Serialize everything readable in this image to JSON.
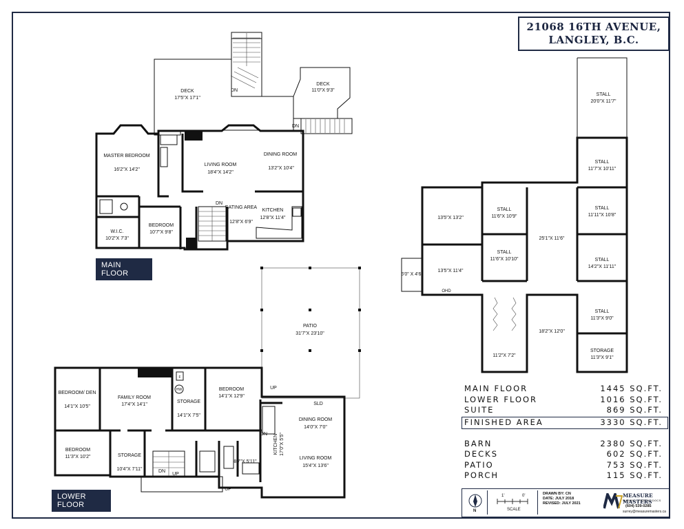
{
  "address": {
    "line1": "21068 16TH AVENUE,",
    "line2": "LANGLEY, B.C."
  },
  "floors": {
    "main_label": "MAIN FLOOR",
    "lower_label": "LOWER FLOOR"
  },
  "main_floor_rooms": [
    {
      "id": "deck1",
      "name": "DECK",
      "dims": "17'5\"X 17'1\""
    },
    {
      "id": "deck2",
      "name": "DECK",
      "dims": "11'0\"X 9'3\""
    },
    {
      "id": "master",
      "name": "MASTER BEDROOM",
      "dims": "16'2\"X 14'2\""
    },
    {
      "id": "living",
      "name": "LIVING ROOM",
      "dims": "18'4\"X 14'2\""
    },
    {
      "id": "dining",
      "name": "DINING ROOM",
      "dims": "13'2\"X 10'4\""
    },
    {
      "id": "eating",
      "name": "EATING AREA",
      "dims": "12'8\"X 6'9\""
    },
    {
      "id": "kitchen",
      "name": "KITCHEN",
      "dims": "12'8\"X 11'4\""
    },
    {
      "id": "bedroom",
      "name": "BEDROOM",
      "dims": "10'7\"X 9'8\""
    },
    {
      "id": "wic",
      "name": "W.I.C.",
      "dims": "10'2\"X 7'3\""
    }
  ],
  "lower_floor_rooms": [
    {
      "id": "patio",
      "name": "PATIO",
      "dims": "31'7\"X 23'10\""
    },
    {
      "id": "bedden",
      "name": "BEDROOM/ DEN",
      "dims": "14'1\"X 10'5\""
    },
    {
      "id": "family",
      "name": "FAMILY ROOM",
      "dims": "17'4\"X 14'1\""
    },
    {
      "id": "storage1",
      "name": "STORAGE",
      "dims": "14'1\"X 7'5\""
    },
    {
      "id": "bedroom2",
      "name": "BEDROOM",
      "dims": "14'1\"X 12'9\""
    },
    {
      "id": "bedroom3",
      "name": "BEDROOM",
      "dims": "11'3\"X 10'2\""
    },
    {
      "id": "storage2",
      "name": "STORAGE",
      "dims": "10'4\"X 7'11\""
    },
    {
      "id": "small",
      "name": "",
      "dims": "8'7\"X 5'11\""
    },
    {
      "id": "kitchen2",
      "name": "KITCHEN",
      "dims": "17'0\"X 5'5\""
    },
    {
      "id": "dining2",
      "name": "DINING ROOM",
      "dims": "14'0\"X 7'0\""
    },
    {
      "id": "living2",
      "name": "LIVING ROOM",
      "dims": "15'4\"X 13'6\""
    }
  ],
  "barn_rooms": [
    {
      "id": "stall1",
      "name": "STALL",
      "dims": "20'0\"X 11'7\""
    },
    {
      "id": "stall2",
      "name": "STALL",
      "dims": "11'7\"X 10'11\""
    },
    {
      "id": "room1",
      "name": "",
      "dims": "13'5\"X 13'2\""
    },
    {
      "id": "stall3",
      "name": "STALL",
      "dims": "11'6\"X 10'9\""
    },
    {
      "id": "stall4",
      "name": "STALL",
      "dims": "11'11\"X 10'8\""
    },
    {
      "id": "aisle1",
      "name": "",
      "dims": "25'1\"X 11'6\""
    },
    {
      "id": "stall5",
      "name": "STALL",
      "dims": "11'6\"X 10'10\""
    },
    {
      "id": "room2",
      "name": "",
      "dims": "13'5\"X 11'4\""
    },
    {
      "id": "stall6",
      "name": "STALL",
      "dims": "14'2\"X 11'11\""
    },
    {
      "id": "small2",
      "name": "",
      "dims": "6'0\" X 4'6\""
    },
    {
      "id": "stall7",
      "name": "STALL",
      "dims": "11'3\"X 9'0\""
    },
    {
      "id": "aisle2",
      "name": "",
      "dims": "18'2\"X 12'0\""
    },
    {
      "id": "room3",
      "name": "",
      "dims": "11'2\"X 7'2\""
    },
    {
      "id": "storage3",
      "name": "STORAGE",
      "dims": "11'3\"X 9'1\""
    }
  ],
  "plan_marks": {
    "dn": "DN",
    "up": "UP",
    "ohd": "OHD",
    "sld": "SLD",
    "hw": "HW",
    "f": "F"
  },
  "areas": {
    "main": {
      "label": "MAIN FLOOR",
      "value": "1445 SQ.FT."
    },
    "lower": {
      "label": "LOWER FLOOR",
      "value": "1016 SQ.FT."
    },
    "suite": {
      "label": "SUITE",
      "value": "869 SQ.FT."
    },
    "finished": {
      "label": "FINISHED AREA",
      "value": "3330 SQ.FT."
    },
    "barn": {
      "label": "BARN",
      "value": "2380 SQ.FT."
    },
    "decks": {
      "label": "DECKS",
      "value": "602 SQ.FT."
    },
    "patio": {
      "label": "PATIO",
      "value": "753 SQ.FT."
    },
    "porch": {
      "label": "PORCH",
      "value": "115 SQ.FT."
    }
  },
  "titleblock": {
    "north": "N",
    "scale_label": "SCALE",
    "scale_marks": [
      "1'",
      "0'"
    ],
    "drawn_by": "DRAWN BY: CN",
    "date": "DATE: JULY 2018",
    "revised": "REVISED: JULY 2021",
    "brand": "MEASURE MASTERS",
    "tagline": "SURVEY • PHOTO • DOCS",
    "phone": "(604) 539-0285",
    "email": "surrey@measuremasters.ca"
  },
  "colors": {
    "navy": "#1f2a44",
    "ink": "#111111"
  }
}
